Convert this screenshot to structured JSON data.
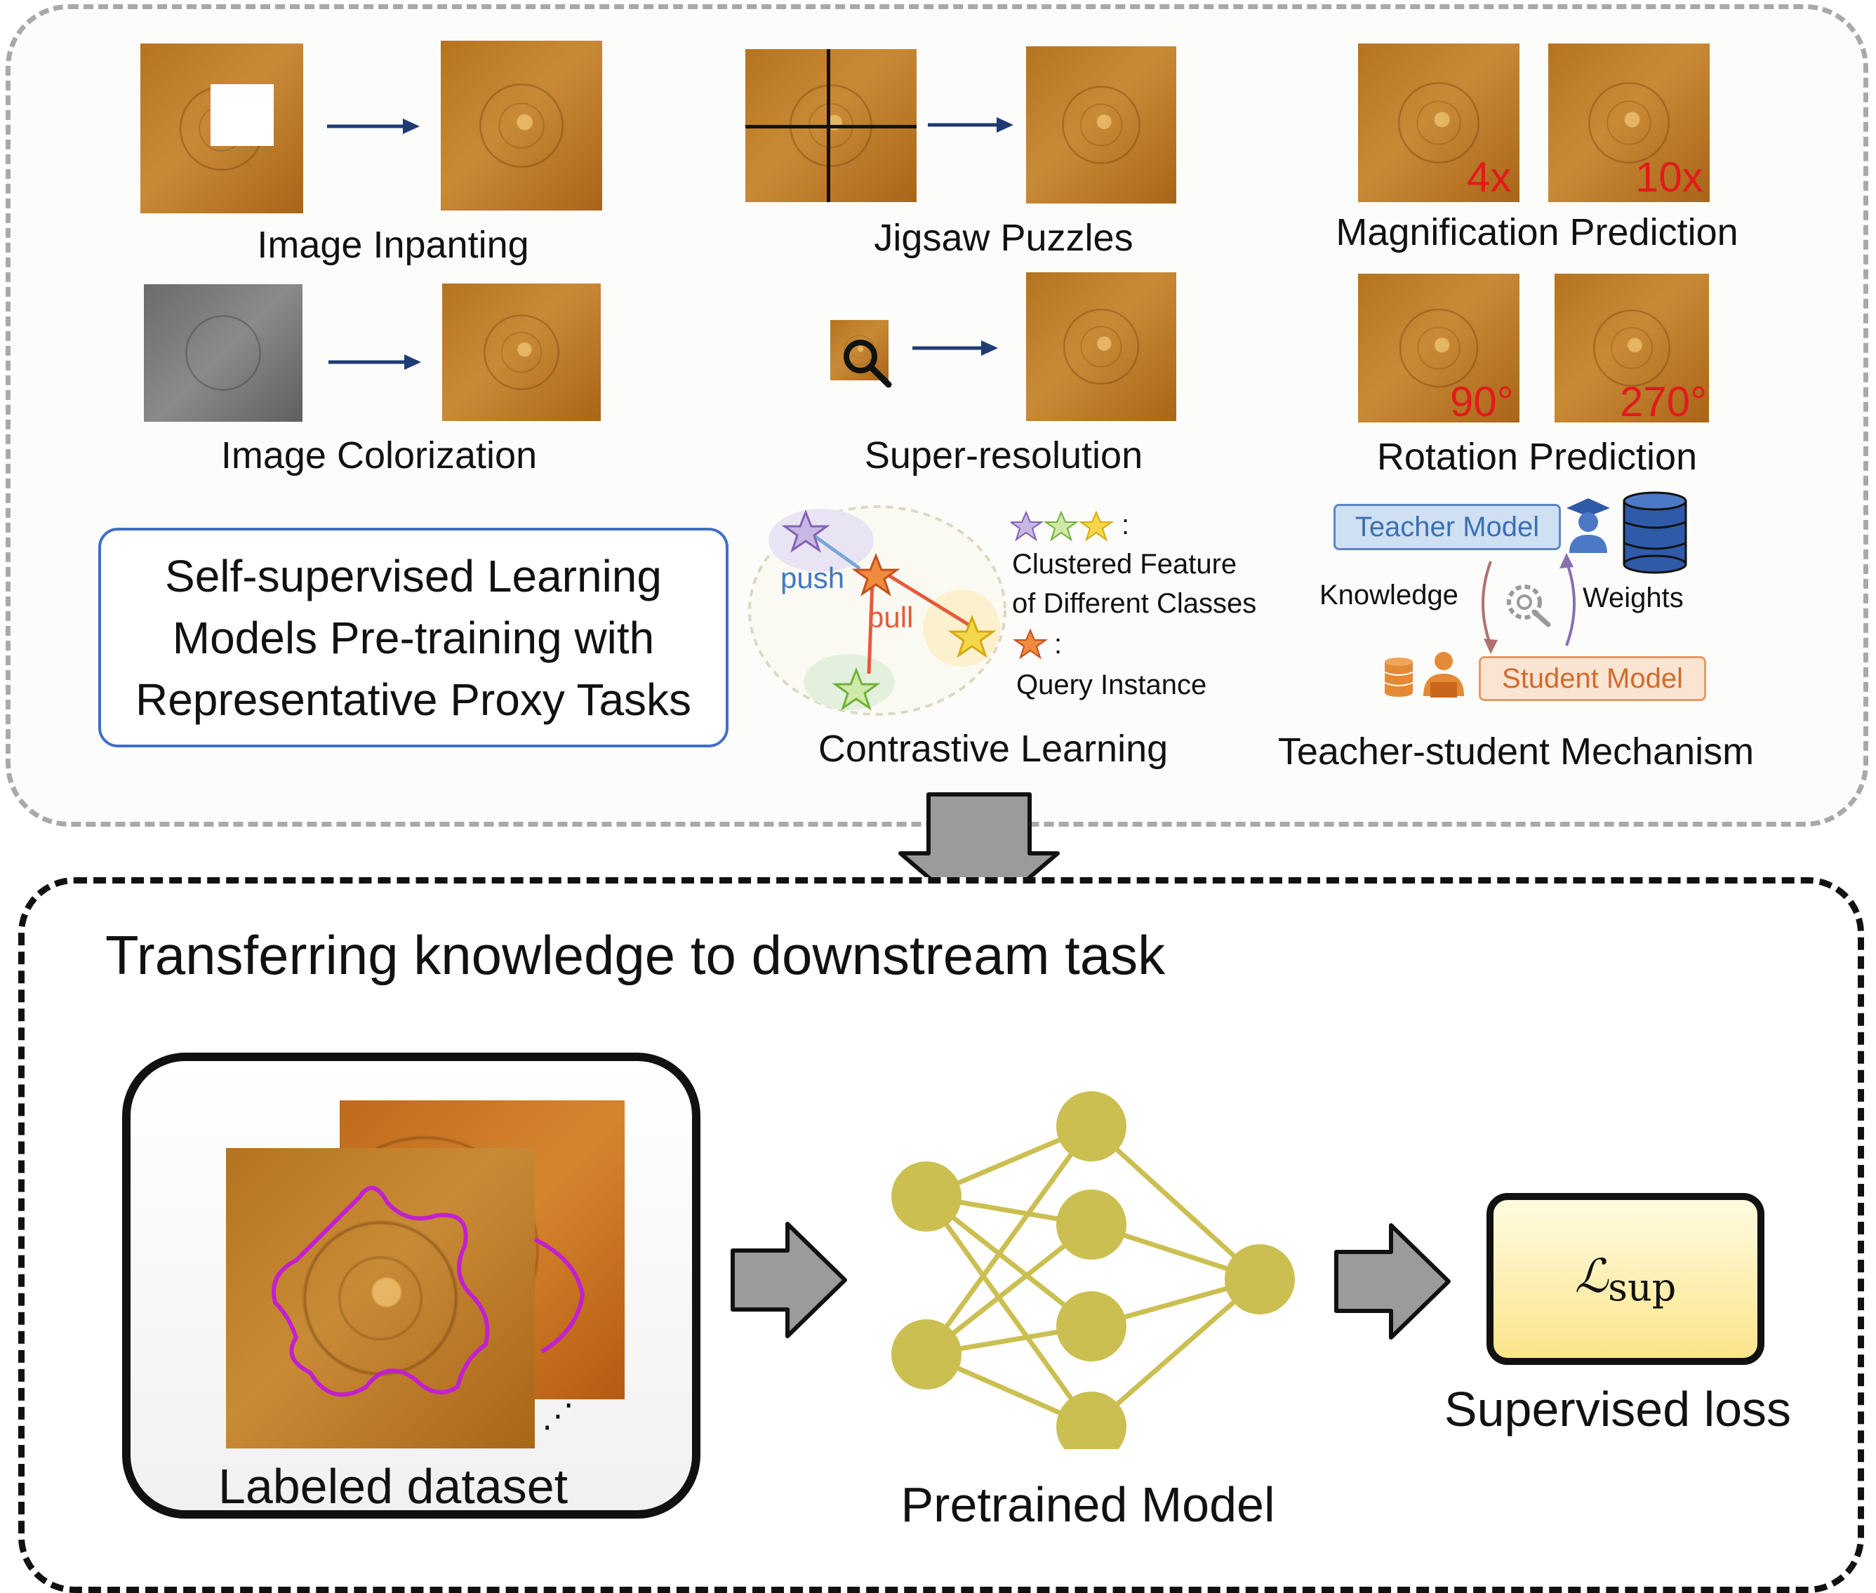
{
  "proxy_tasks": {
    "inpainting": "Image Inpanting",
    "jigsaw": "Jigsaw Puzzles",
    "magnification": "Magnification Prediction",
    "magnification_marks": [
      "4x",
      "10x"
    ],
    "colorization": "Image Colorization",
    "super_resolution": "Super-resolution",
    "rotation": "Rotation Prediction",
    "rotation_marks": [
      "90°",
      "270°"
    ]
  },
  "ssl_box": {
    "lines": [
      "Self-supervised Learning",
      "Models Pre-training with",
      "Representative Proxy Tasks"
    ]
  },
  "contrastive": {
    "title": "Contrastive Learning",
    "push": "push",
    "pull": "pull",
    "colon": ":",
    "clustered_line1": "Clustered Feature",
    "clustered_line2": "of Different Classes",
    "query": "Query Instance"
  },
  "teacher_student": {
    "title": "Teacher-student Mechanism",
    "teacher": "Teacher Model",
    "student": "Student Model",
    "knowledge": "Knowledge",
    "weights": "Weights"
  },
  "downstream": {
    "title": "Transferring knowledge to downstream task",
    "dataset": "Labeled dataset",
    "ellipsis": "⋰",
    "model": "Pretrained Model",
    "loss_symbol": "ℒ",
    "loss_sub": "sup",
    "loss_label": "Supervised loss"
  },
  "colors": {
    "arrow_blue": "#1f3b73",
    "node": "#cbbf52",
    "edge": "#cbbf52",
    "contour": "#c21fd0",
    "red_mark": "#e11b1b"
  }
}
